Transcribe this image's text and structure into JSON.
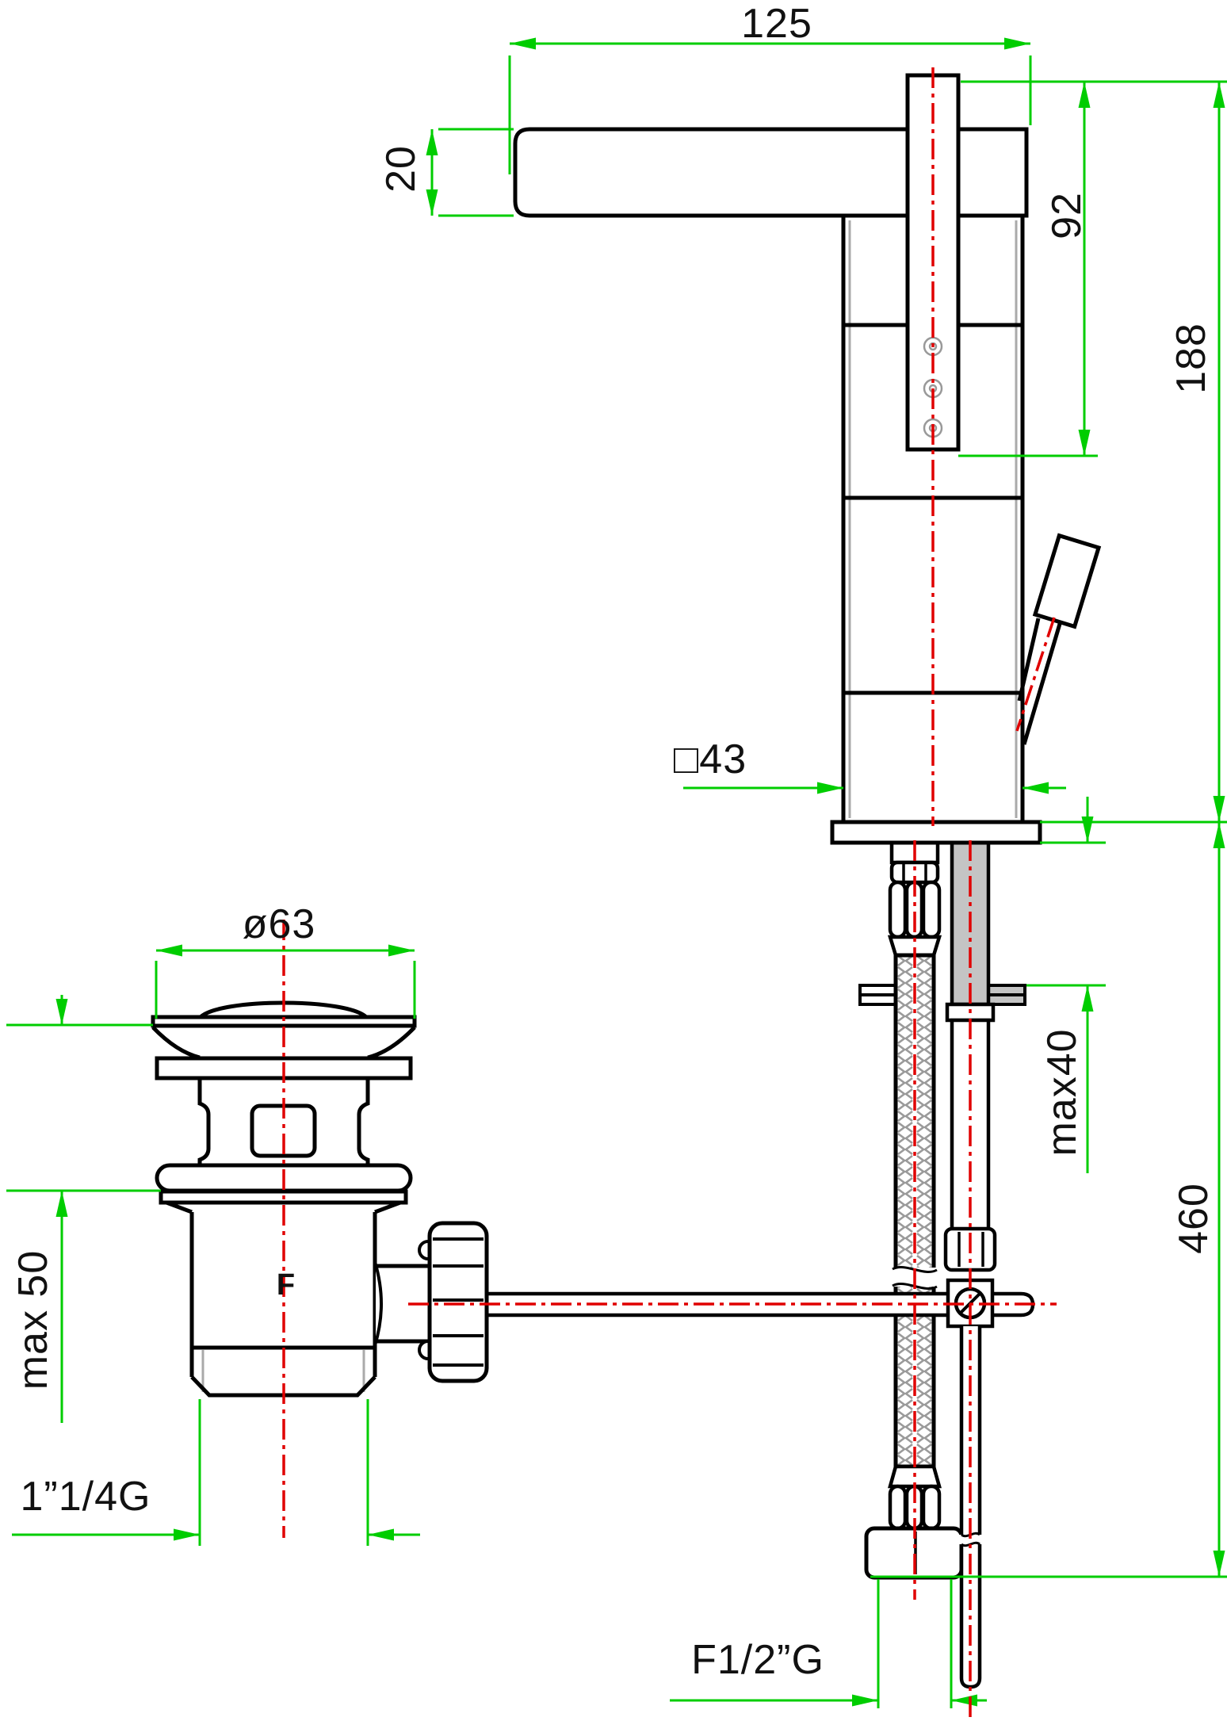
{
  "drawing": {
    "type": "faucet technical drawing with pop-up waste",
    "colors": {
      "outline": "#000000",
      "dimension_green": "#00CD00",
      "centerline_red": "#E00000",
      "detail_gray": "#999999",
      "fill_gray": "#C4C4C4"
    },
    "dimensions": {
      "spout_reach": "125",
      "spout_thickness": "20",
      "handle_length": "92",
      "height_above_deck": "188",
      "body_section": "□43",
      "drain_flange_diameter": "ø63",
      "drain_deck_max": "max 50",
      "faucet_deck_max": "max40",
      "hose_length": "460",
      "drain_thread": "1”1/4G",
      "hose_thread": "F1/2”G"
    },
    "markings": {
      "drain_body_letter": "F"
    }
  }
}
